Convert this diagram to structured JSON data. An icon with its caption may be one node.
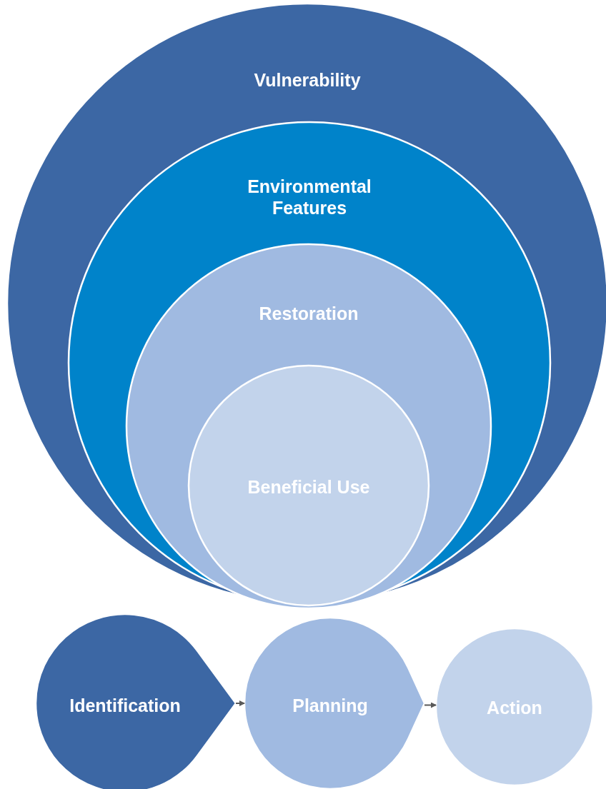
{
  "diagram": {
    "nodes": [
      {
        "text": [
          "Vulnerability"
        ]
      },
      {
        "text": [
          "Environmental Features"
        ],
        "in": 0
      },
      {
        "text": [
          "Restoration"
        ],
        "in": 1
      },
      {
        "text": [
          "Beneficial Use"
        ],
        "in": 2
      },
      {
        "text": [
          "Identification"
        ]
      },
      {
        "text": [
          "Planning"
        ]
      },
      {
        "text": [
          "Action"
        ]
      }
    ],
    "edges": [
      {
        "from": 4,
        "to": 5,
        "arrow": "to"
      },
      {
        "from": 5,
        "to": 6,
        "arrow": "to"
      }
    ]
  }
}
